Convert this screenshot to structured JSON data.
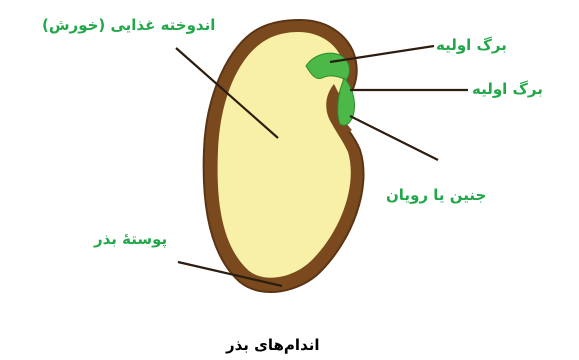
{
  "labels": {
    "food_store": "اندوخته غذایی (خورش)",
    "leaf_1": "برگ اولیه",
    "leaf_2": "برگ اولیه",
    "embryo": "جنین یا رویان",
    "seed_coat": "پوستهٔ بذر"
  },
  "caption": "اندام‌های بذر",
  "colors": {
    "label_text": "#22a84a",
    "seed_coat": "#7a4a1e",
    "endosperm": "#f7f0a6",
    "embryo": "#4bb848",
    "leader_line": "#2b1d10"
  }
}
